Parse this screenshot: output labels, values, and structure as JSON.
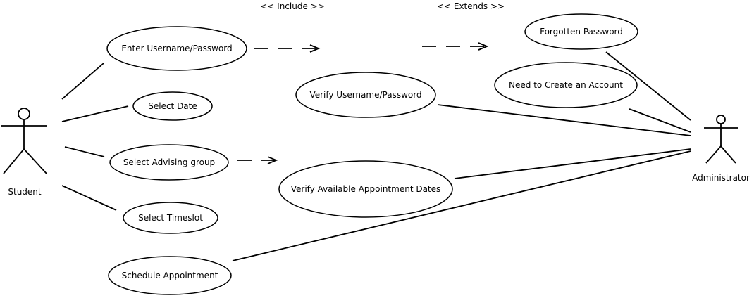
{
  "actors": {
    "student": "Student",
    "administrator": "Administrator"
  },
  "stereotypes": {
    "include": "<< Include >>",
    "extends": "<< Extends >>"
  },
  "use_cases": {
    "enter_credentials": "Enter Username/Password",
    "select_date": "Select Date",
    "select_advising_group": "Select Advising group",
    "select_timeslot": "Select Timeslot",
    "schedule_appointment": "Schedule Appointment",
    "verify_credentials": "Verify Username/Password",
    "verify_dates": "Verify Available Appointment Dates",
    "forgotten_password": "Forgotten Password",
    "create_account": "Need to Create an Account"
  }
}
